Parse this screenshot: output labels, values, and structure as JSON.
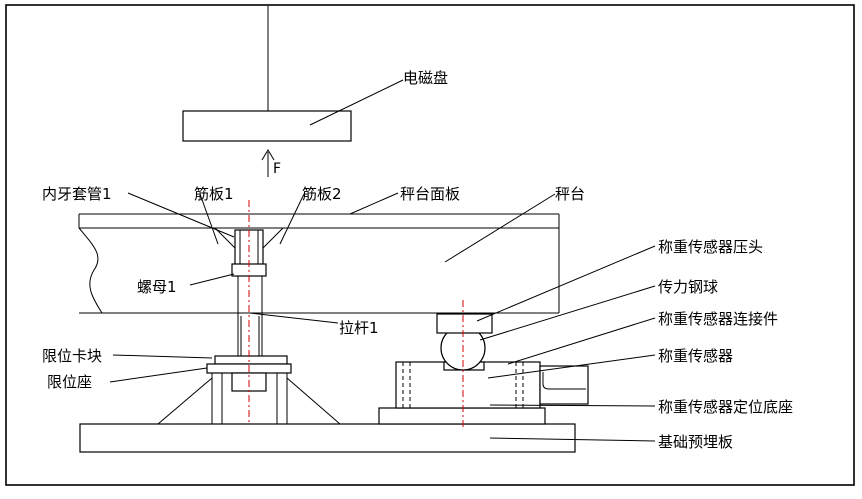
{
  "labels": {
    "electromagnetic_disk": "电磁盘",
    "force": "F",
    "inner_thread_sleeve": "内牙套管1",
    "rib_plate_1": "筋板1",
    "rib_plate_2": "筋板2",
    "scale_top_plate": "秤台面板",
    "scale_platform": "秤台",
    "nut": "螺母1",
    "pull_rod": "拉杆1",
    "limit_block": "限位卡块",
    "limit_seat": "限位座",
    "sensor_pressure_head": "称重传感器压头",
    "steel_ball": "传力钢球",
    "sensor_connector": "称重传感器连接件",
    "load_cell": "称重传感器",
    "sensor_base": "称重传感器定位底座",
    "foundation_plate": "基础预埋板"
  },
  "colors": {
    "line": "#000000",
    "centerline": "#d40000",
    "background": "#ffffff"
  }
}
